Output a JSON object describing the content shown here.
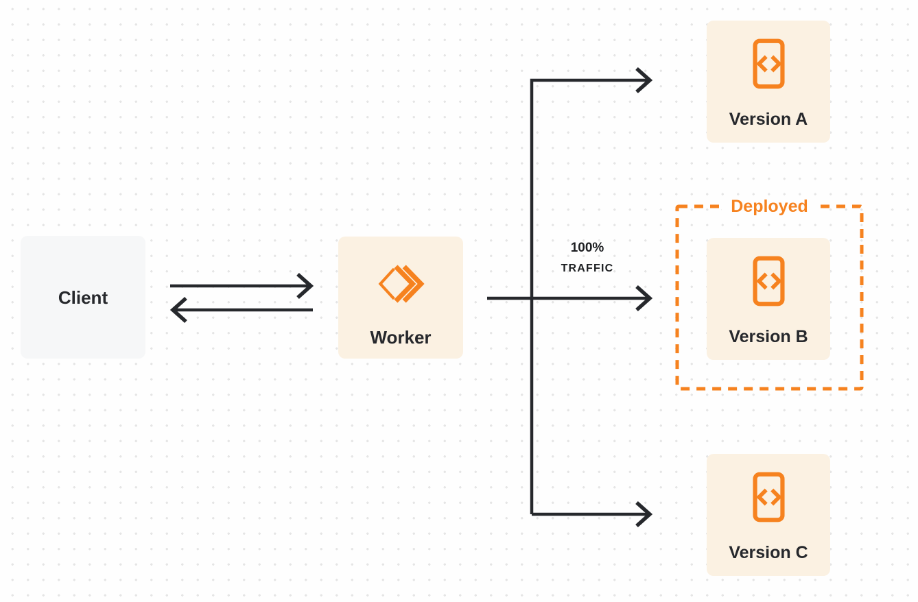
{
  "diagram": {
    "title": "worker-traffic-routing-diagram",
    "colors": {
      "accent_orange": "#f6821f",
      "node_fill_cream": "#fbf1e2",
      "node_fill_gray": "#f6f7f8",
      "connector_ink": "#26282c",
      "background": "#fefefe",
      "dot_grid": "#e5e5e5"
    },
    "nodes": {
      "client": {
        "label": "Client"
      },
      "worker": {
        "label": "Worker",
        "icon": "workers-logo-icon"
      },
      "version_a": {
        "label": "Version A",
        "icon": "code-file-icon"
      },
      "version_b": {
        "label": "Version B",
        "icon": "code-file-icon"
      },
      "version_c": {
        "label": "Version C",
        "icon": "code-file-icon"
      }
    },
    "deployed_group": {
      "label": "Deployed",
      "contains": "version_b"
    },
    "edges": {
      "client_worker": {
        "type": "bidirectional-arrows"
      },
      "worker_to_version_a": {
        "type": "arrow"
      },
      "worker_to_version_b": {
        "type": "arrow",
        "label_line1": "100%",
        "label_line2": "TRAFFIC"
      },
      "worker_to_version_c": {
        "type": "arrow"
      }
    }
  }
}
